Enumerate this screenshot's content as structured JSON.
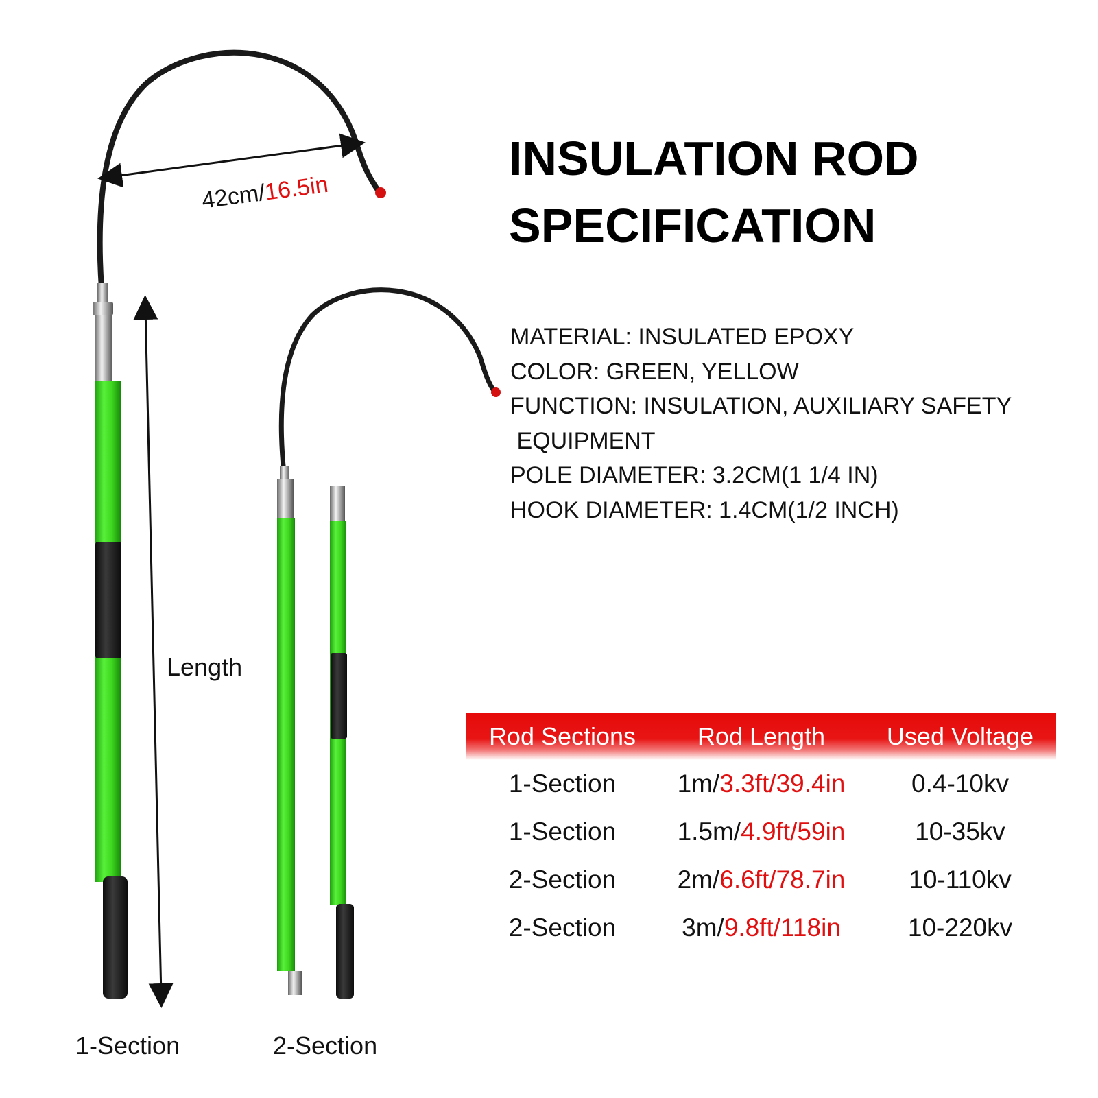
{
  "title": {
    "line1": "INSULATION ROD",
    "line2": "SPECIFICATION"
  },
  "specs": [
    "MATERIAL: INSULATED EPOXY",
    "COLOR: GREEN, YELLOW",
    "FUNCTION: INSULATION, AUXILIARY SAFETY",
    " EQUIPMENT",
    "POLE DIAMETER: 3.2CM(1 1/4 IN)",
    "HOOK DIAMETER: 1.4CM(1/2 INCH)"
  ],
  "hook_measure": {
    "metric": "42cm/",
    "imperial": "16.5in"
  },
  "length_label": "Length",
  "rod_labels": {
    "one_section": "1-Section",
    "two_section": "2-Section"
  },
  "table": {
    "headers": [
      "Rod Sections",
      "Rod Length",
      "Used Voltage"
    ],
    "rows": [
      {
        "sections": "1-Section",
        "length_metric": "1m/",
        "length_imperial": "3.3ft/39.4in",
        "voltage": "0.4-10kv"
      },
      {
        "sections": "1-Section",
        "length_metric": "1.5m/",
        "length_imperial": "4.9ft/59in",
        "voltage": "10-35kv"
      },
      {
        "sections": "2-Section",
        "length_metric": "2m/",
        "length_imperial": "6.6ft/78.7in",
        "voltage": "10-110kv"
      },
      {
        "sections": "2-Section",
        "length_metric": "3m/",
        "length_imperial": "9.8ft/118in",
        "voltage": "10-220kv"
      }
    ]
  },
  "colors": {
    "rod_green": "#3ddc1a",
    "grip_black": "#1a1a1a",
    "header_red": "#e60a0a",
    "accent_red": "#e01010"
  }
}
